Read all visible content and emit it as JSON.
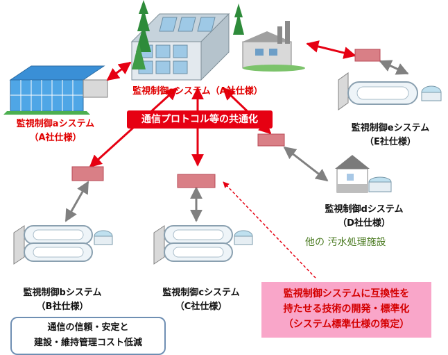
{
  "labels": {
    "top_plant": "監視制御aシステム（A社仕様）",
    "left_plant_l1": "監視制御aシステム",
    "left_plant_l2": "（A社仕様）",
    "e_l1": "監視制御eシステム",
    "e_l2": "（E社仕様）",
    "d_l1": "監視制御dシステム",
    "d_l2": "（D社仕様）",
    "b_l1": "監視制御bシステム",
    "b_l2": "（B社仕様）",
    "c_l1": "監視制御cシステム",
    "c_l2": "（C社仕様）",
    "other_facilities": "他の 汚水処理施設"
  },
  "banner": "通信プロトコル等の共通化",
  "pink_box": {
    "line1": "監視制御システムに互換性を",
    "line2": "持たせる技術の開発・標準化",
    "line3": "（システム標準仕様の策定）"
  },
  "blue_box": {
    "line1": "通信の信頼・安定と",
    "line2": "建設・維持管理コスト低減"
  },
  "colors": {
    "red": "#e60012",
    "gray": "#808080",
    "converter": "#d97f86",
    "pink_box": "#f9a6c9",
    "blue_border": "#6f8fb3"
  }
}
